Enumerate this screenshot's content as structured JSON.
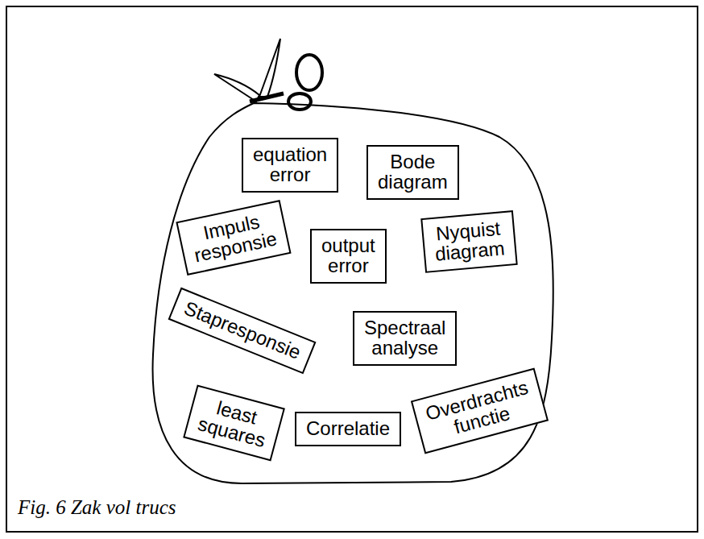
{
  "diagram": {
    "caption": "Fig. 6 Zak vol trucs",
    "nodes": [
      {
        "text": [
          "equation error"
        ]
      },
      {
        "text": [
          "Bode diagram"
        ]
      },
      {
        "text": [
          "Impuls responsie"
        ]
      },
      {
        "text": [
          "output error"
        ]
      },
      {
        "text": [
          "Nyquist diagram"
        ]
      },
      {
        "text": [
          "Stapresponsie"
        ]
      },
      {
        "text": [
          "Spectraal analyse"
        ]
      },
      {
        "text": [
          "least squares"
        ]
      },
      {
        "text": [
          "Correlatie"
        ]
      },
      {
        "text": [
          "Overdrachts functie"
        ]
      }
    ]
  }
}
